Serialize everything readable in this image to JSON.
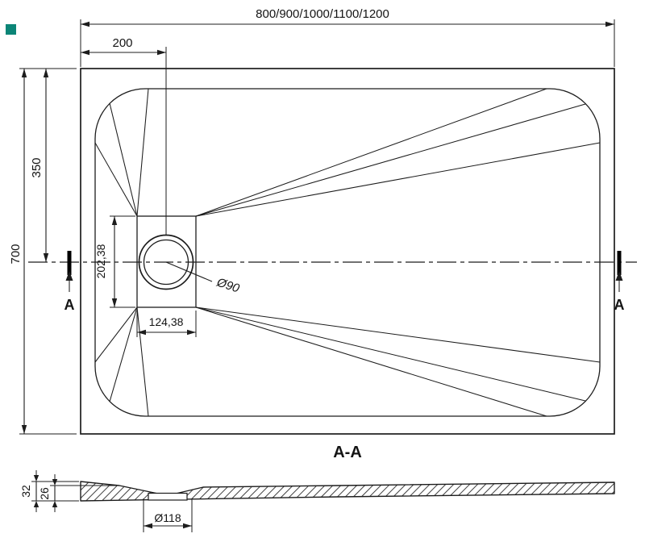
{
  "drawing": {
    "background": "#ffffff",
    "line_color": "#1c1c1c",
    "swatch_color": "#0c8577"
  },
  "plan": {
    "dim_width_series": "800/900/1000/1100/1200",
    "dim_drain_offset": "200",
    "dim_height": "700",
    "dim_half_height": "350",
    "dim_drain_vertical": "202,38",
    "dim_drain_horizontal": "124,38",
    "dim_drain_diameter": "Ø90",
    "section_label_left": "A",
    "section_label_right": "A"
  },
  "section": {
    "title": "A-A",
    "dim_total_height": "32",
    "dim_thickness": "26",
    "dim_waste_diameter": "Ø118"
  }
}
